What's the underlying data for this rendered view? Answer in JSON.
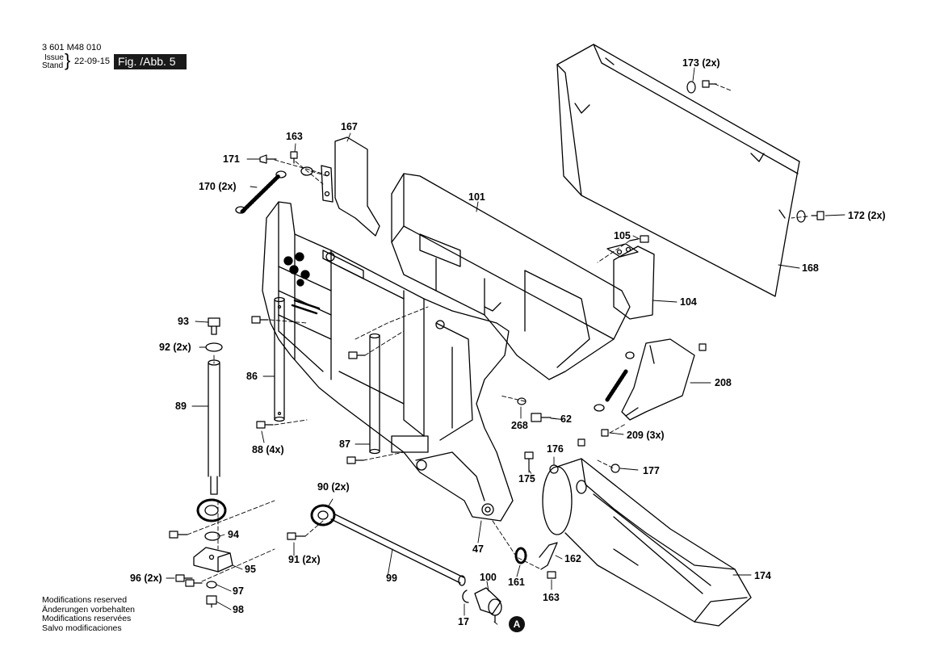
{
  "header": {
    "doc_number": "3 601 M48 010",
    "issue_label": "Issue",
    "stand_label": "Stand",
    "date": "22-09-15",
    "figure": "Fig. /Abb. 5"
  },
  "notes": [
    "Modifications reserved",
    "Änderungen vorbehalten",
    "Modifications reservées",
    "Salvo modificaciones"
  ],
  "reference_marker": "A",
  "labels": [
    "173 (2x)",
    "163",
    "167",
    "171",
    "170 (2x)",
    "101",
    "172 (2x)",
    "105",
    "168",
    "104",
    "93",
    "92 (2x)",
    "86",
    "89",
    "208",
    "268",
    "62",
    "88 (4x)",
    "87",
    "209 (3x)",
    "176",
    "175",
    "177",
    "90 (2x)",
    "94",
    "47",
    "95",
    "91 (2x)",
    "162",
    "96 (2x)",
    "99",
    "100",
    "161",
    "174",
    "97",
    "163",
    "98",
    "17"
  ]
}
